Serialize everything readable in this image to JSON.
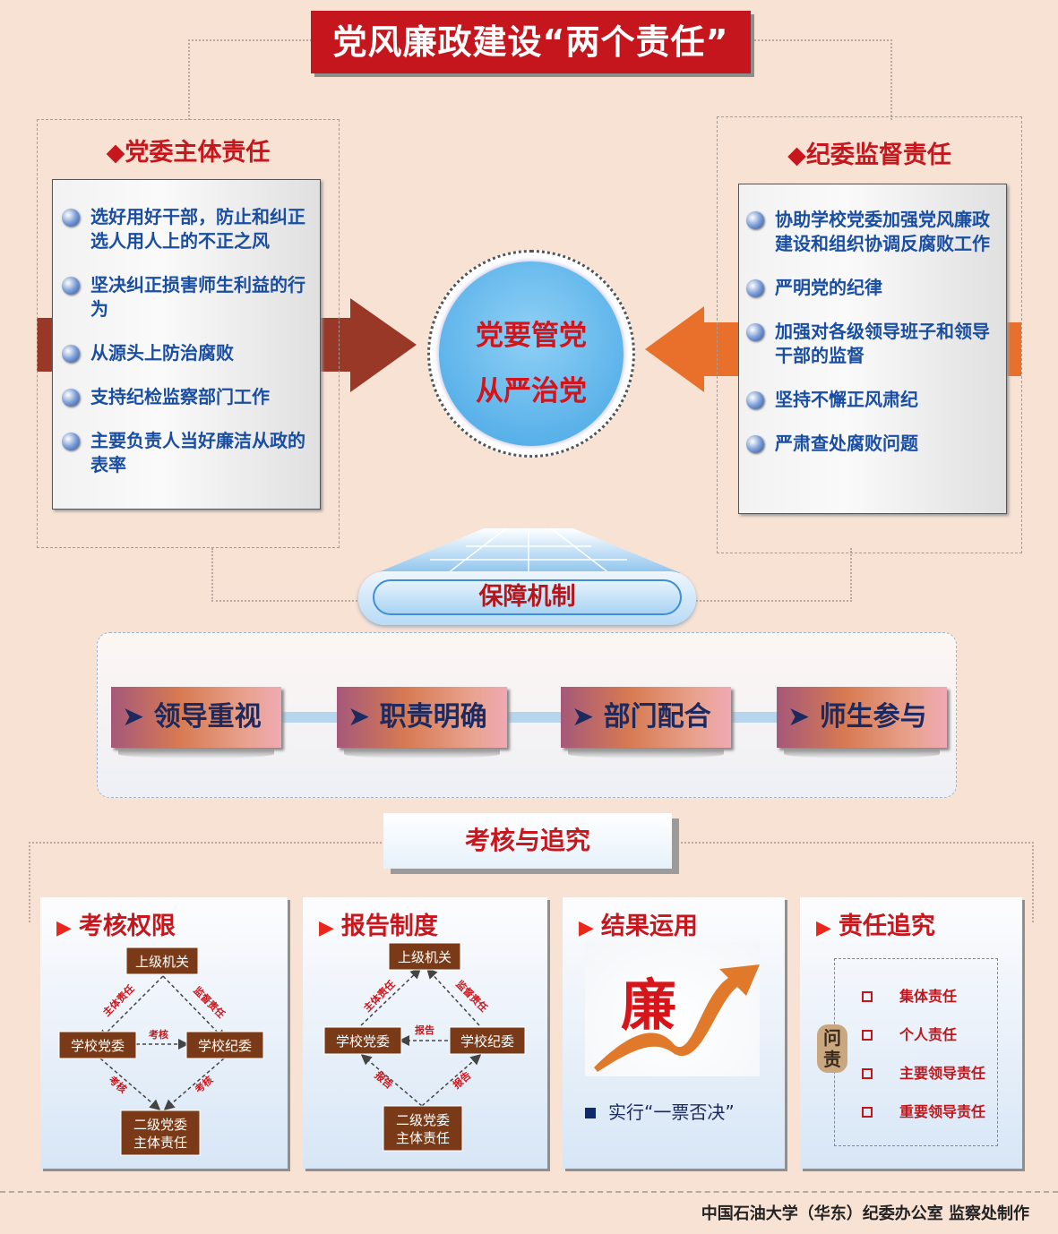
{
  "title": "党风廉政建设“两个责任”",
  "left": {
    "heading": "◆党委主体责任",
    "items": [
      "选好用好干部，防止和纠正选人用人上的不正之风",
      "坚决纠正损害师生利益的行为",
      "从源头上防治腐败",
      "支持纪检监察部门工作",
      "主要负责人当好廉洁从政的表率"
    ]
  },
  "right": {
    "heading": "◆纪委监督责任",
    "items": [
      "协助学校党委加强党风廉政建设和组织协调反腐败工作",
      "严明党的纪律",
      "加强对各级领导班子和领导干部的监督",
      "坚持不懈正风肃纪",
      "严肃查处腐败问题"
    ]
  },
  "center": {
    "line1": "党要管党",
    "line2": "从严治党"
  },
  "guarantee": {
    "label": "保障机制",
    "items": [
      "领导重视",
      "职责明确",
      "部门配合",
      "师生参与"
    ],
    "arrow": "➤"
  },
  "assessment": {
    "label": "考核与追究"
  },
  "panels": {
    "p1": {
      "title": "考核权限",
      "nodes": {
        "top": "上级机关",
        "left": "学校党委",
        "right": "学校纪委",
        "bottom1": "二级党委",
        "bottom2": "主体责任"
      },
      "edges": {
        "tl": "主体责任",
        "tr": "监督责任",
        "mid": "考核",
        "bl": "考核",
        "br": "考核"
      }
    },
    "p2": {
      "title": "报告制度",
      "nodes": {
        "top": "上级机关",
        "left": "学校党委",
        "right": "学校纪委",
        "bottom1": "二级党委",
        "bottom2": "主体责任"
      },
      "edges": {
        "tl": "主体责任",
        "tr": "监督责任",
        "mid": "报告",
        "bl": "报告",
        "br": "报告"
      }
    },
    "p3": {
      "title": "结果运用",
      "image_char": "廉",
      "bullet": "实行“一票否决”"
    },
    "p4": {
      "title": "责任追究",
      "badge": "问责",
      "items": [
        "集体责任",
        "个人责任",
        "主要领导责任",
        "重要领导责任"
      ]
    }
  },
  "footer": "中国石油大学（华东）纪委办公室 监察处制作",
  "colors": {
    "red": "#c4161c",
    "blue": "#1a4ea2",
    "orange": "#e8702a",
    "brown": "#7a3a17"
  }
}
